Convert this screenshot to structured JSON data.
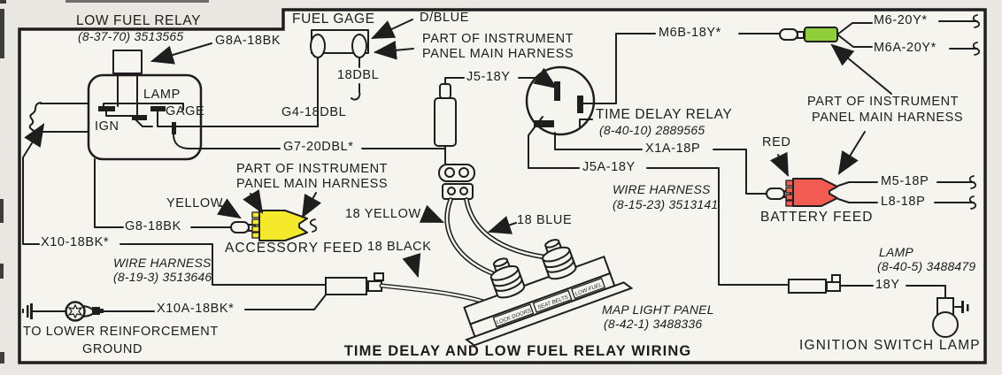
{
  "title": "TIME DELAY AND LOW FUEL RELAY WIRING",
  "colors": {
    "green": "#8fd03a",
    "red": "#f25a52",
    "yellow": "#f6e92b",
    "line": "#1e1e1e",
    "paper": "#f6f4ef"
  },
  "components": {
    "low_fuel_relay": {
      "name": "LOW FUEL RELAY",
      "part": "(8-37-70) 3513565",
      "pin_lamp": "LAMP",
      "pin_gage": "GAGE",
      "pin_ign": "IGN"
    },
    "fuel_gage": {
      "name": "FUEL GAGE"
    },
    "time_delay_relay": {
      "name": "TIME DELAY RELAY",
      "part": "(8-40-10) 2889565"
    },
    "battery_feed": {
      "name": "BATTERY FEED",
      "wire_color": "RED"
    },
    "accessory_feed": {
      "name": "ACCESSORY FEED",
      "wire_color": "YELLOW"
    },
    "map_light_panel": {
      "name": "MAP LIGHT PANEL",
      "part": "(8-42-1) 3488336",
      "legend_1": "LOCK DOORS",
      "legend_2": "SEAT BELTS",
      "legend_3": "LOW FUEL"
    },
    "ignition_switch_lamp": {
      "name": "IGNITION SWITCH LAMP",
      "lamp": "LAMP",
      "lamp_part": "(8-40-5) 3488479"
    },
    "ground": {
      "line1": "TO LOWER REINFORCEMENT",
      "line2": "GROUND"
    }
  },
  "notes": {
    "harness_top": {
      "line1": "PART OF INSTRUMENT",
      "line2": "PANEL MAIN HARNESS"
    },
    "harness_left": {
      "line1": "PART OF INSTRUMENT",
      "line2": "PANEL MAIN HARNESS"
    },
    "harness_right": {
      "line1": "PART OF INSTRUMENT",
      "line2": "PANEL MAIN HARNESS"
    },
    "wire_harness_left": {
      "name": "WIRE HARNESS",
      "part": "(8-19-3) 3513646"
    },
    "wire_harness_right": {
      "name": "WIRE HARNESS",
      "part": "(8-15-23) 3513141"
    }
  },
  "wires": {
    "g8a": "G8A-18BK",
    "d_blue": "D/BLUE",
    "dbl_18": "18DBL",
    "g4": "G4-18DBL",
    "g7": "G7-20DBL*",
    "j5": "J5-18Y",
    "m6b": "M6B-18Y*",
    "m6": "M6-20Y*",
    "m6a": "M6A-20Y*",
    "x1a": "X1A-18P",
    "j5a": "J5A-18Y",
    "m5": "M5-18P",
    "l8": "L8-18P",
    "g8": "G8-18BK",
    "x10": "X10-18BK*",
    "x10a": "X10A-18BK*",
    "y18": "18Y",
    "yellow_18": "18 YELLOW",
    "blue_18": "18 BLUE",
    "black_18": "18 BLACK"
  }
}
